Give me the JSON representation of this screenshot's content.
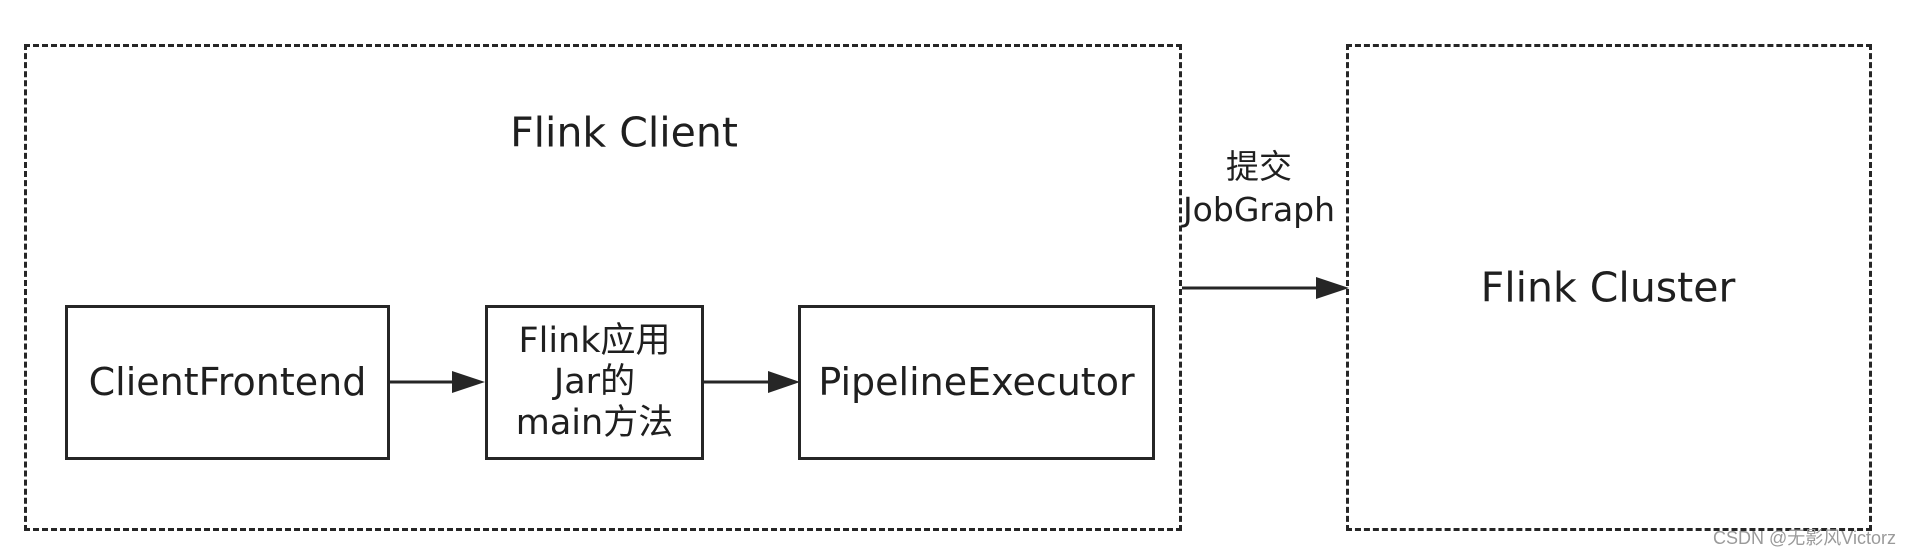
{
  "regions": {
    "client": {
      "title": "Flink Client"
    },
    "cluster": {
      "title": "Flink Cluster"
    }
  },
  "nodes": {
    "frontend": {
      "label": "ClientFrontend"
    },
    "main_method": {
      "lines": [
        "Flink应用",
        "Jar的",
        "main方法"
      ]
    },
    "pipeline": {
      "label": "PipelineExecutor"
    }
  },
  "edges": {
    "submit": {
      "lines": [
        "提交",
        "JobGraph"
      ]
    }
  },
  "watermark": "CSDN @无影风Victorz",
  "colors": {
    "stroke": "#262626",
    "background": "#ffffff"
  }
}
